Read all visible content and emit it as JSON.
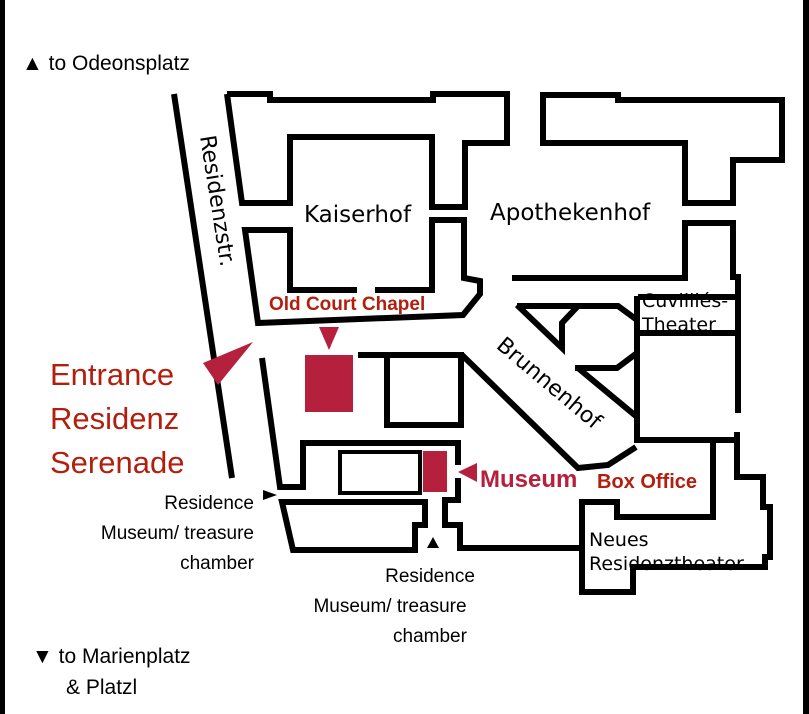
{
  "colors": {
    "line": "#000000",
    "marker": "#b5203d",
    "label_red": "#b31f0e"
  },
  "directions": {
    "north": {
      "icon": "triangle-up-icon",
      "label": "to Odeonsplatz"
    },
    "south": {
      "icon": "triangle-down-icon",
      "label_line1": "to Marienplatz",
      "label_line2": "& Platzl"
    }
  },
  "streets": {
    "residenzstr": "Residenzstr."
  },
  "courtyards": {
    "kaiserhof": "Kaiserhof",
    "apothekenhof": "Apothekenhof",
    "brunnenhof": "Brunnenhof"
  },
  "buildings": {
    "cuvillies_line1": "Cuvilliés-",
    "cuvillies_line2": "Theater",
    "neues_line1": "Neues",
    "neues_line2": "Residenztheater"
  },
  "highlights": {
    "old_court_chapel": "Old Court Chapel",
    "entrance": [
      "Entrance",
      "Residenz",
      "Serenade"
    ],
    "museum": "Museum",
    "box_office": "Box Office"
  },
  "museum_entrances": {
    "west": [
      "Residence",
      "Museum/ treasure",
      "chamber"
    ],
    "south": [
      "Residence",
      "Museum/ treasure",
      "chamber"
    ]
  }
}
